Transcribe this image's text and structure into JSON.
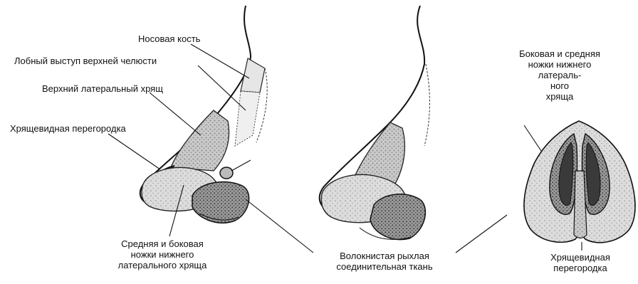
{
  "labels": {
    "nasal_bone": "Носовая кость",
    "frontal_process": "Лобный выступ верхней челюсти",
    "upper_lateral_cartilage": "Верхний латеральный хрящ",
    "septal_cartilage": "Хрящевидная перегородка",
    "middle_lateral_crura": "Средняя и боковая\nножки нижнего\nлатерального хряща",
    "fibrous_tissue": "Волокнистая рыхлая\nсоединительная ткань",
    "lateral_middle_crura_right": "Боковая и средняя\nножки нижнего\nлатераль-\nного\nхряща",
    "septal_cartilage_right": "Хрящевидная\nперегородка"
  }
}
